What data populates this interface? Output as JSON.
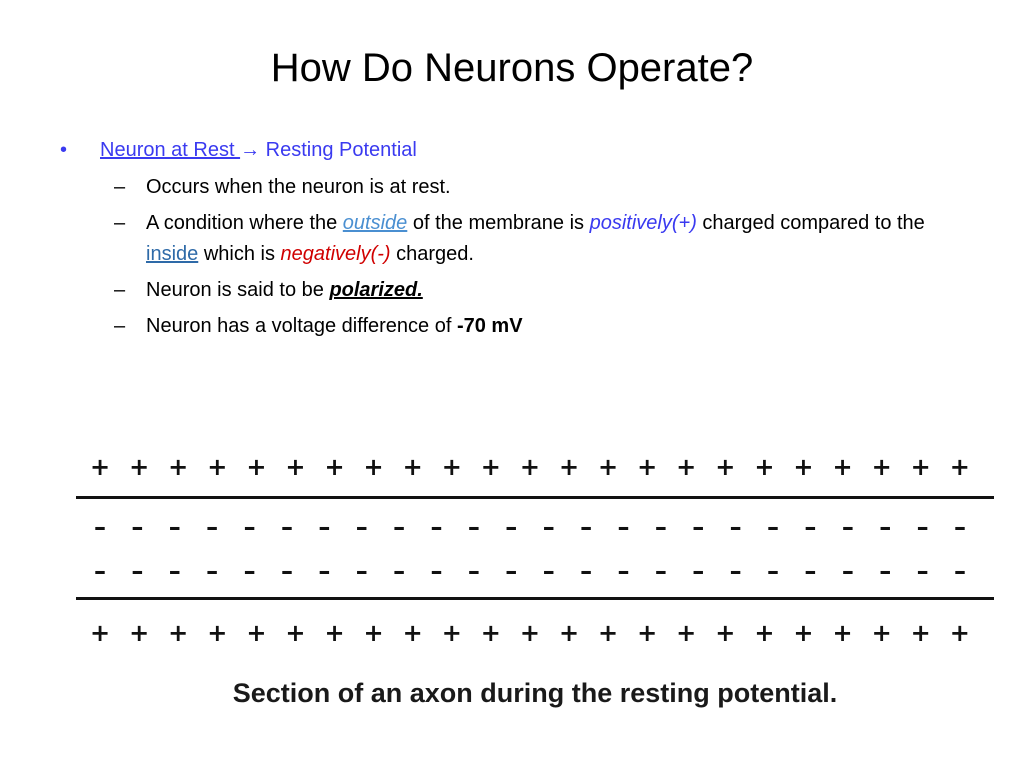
{
  "title": "How Do Neurons Operate?",
  "bullet": {
    "marker": "•",
    "link_text": "Neuron at Rest ",
    "arrow": "→",
    "rest_text": " Resting Potential"
  },
  "subbullets": {
    "dash": "–",
    "item1": "Occurs when the neuron is at rest.",
    "item2_a": "A condition where the ",
    "item2_outside": "outside",
    "item2_b": " of the membrane is ",
    "item2_pos": "positively(+)",
    "item2_c": " charged compared to the ",
    "item2_inside": "inside",
    "item2_d": " which is ",
    "item2_neg": "negatively(-)",
    "item2_e": " charged.",
    "item3_a": "Neuron is said to be ",
    "item3_b": "polarized.",
    "item4_a": "Neuron has a voltage difference of ",
    "item4_b": "-70 mV"
  },
  "diagram": {
    "plus_symbol": "+",
    "minus_symbol": "–",
    "plus_count": 23,
    "minus_count": 24,
    "caption": "Section of an axon during the resting potential."
  },
  "colors": {
    "accent_blue": "#3a3af0",
    "negative_red": "#d00000",
    "outside_link": "#4a8fd1"
  }
}
